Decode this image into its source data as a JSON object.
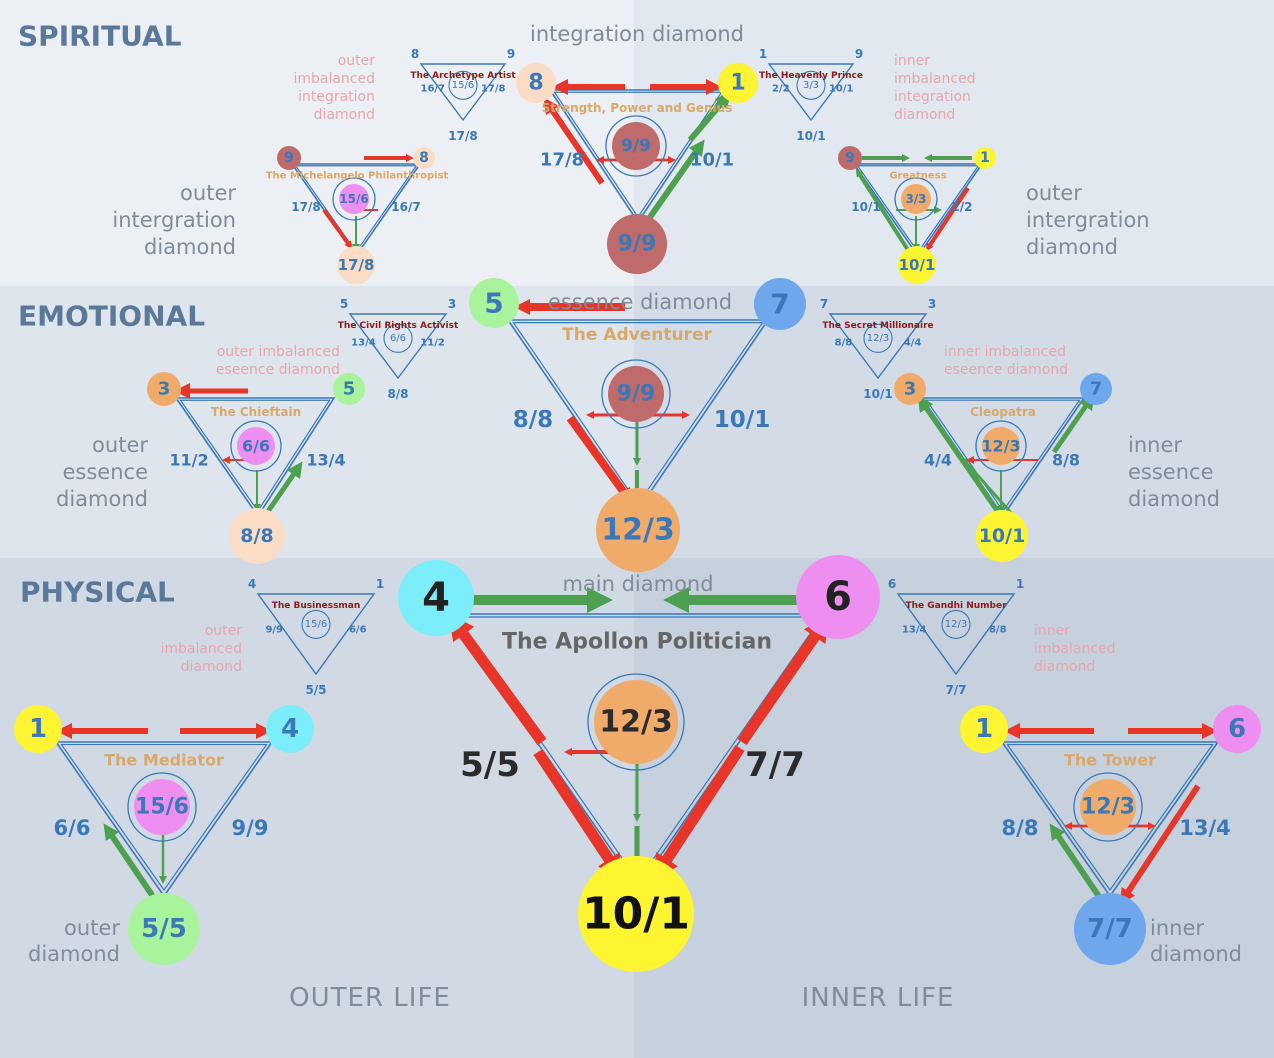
{
  "sections": {
    "spiritual": "SPIRITUAL",
    "emotional": "EMOTIONAL",
    "physical": "PHYSICAL"
  },
  "footer": {
    "outer": "OUTER LIFE",
    "inner": "INNER LIFE"
  },
  "colors": {
    "label_blue": "#3a78b8",
    "heading": "#5a7899",
    "soft_text": "#7f8c9a",
    "pink_text": "#e8a6aa",
    "title_gold": "#d9a86b",
    "dark_red_text": "#8b1a1a",
    "arrow_red": "#e8352a",
    "arrow_green": "#4da050",
    "circle_yellow": "#fdf432",
    "circle_cyan": "#7beefa",
    "circle_magenta": "#ee8ef1",
    "circle_green": "#a9f39c",
    "circle_orange": "#f0ab6b",
    "circle_peach": "#fbdcc4",
    "circle_blue": "#6ea7ec",
    "circle_darkred": "#bf6a6b"
  },
  "diamonds": {
    "integration": {
      "label": "integration diamond",
      "title": "Strength, Power and Genius",
      "left": "8",
      "right": "1",
      "bottom": "9/9",
      "center": "9/9",
      "left_edge": "17/8",
      "right_edge": "10/1"
    },
    "outer_integration": {
      "label_lines": [
        "outer",
        "intergration",
        "diamond"
      ],
      "title": "The Michelangelo Philanthropist",
      "left": "9",
      "right": "8",
      "bottom": "17/8",
      "center": "15/6",
      "left_edge": "17/8",
      "right_edge": "16/7"
    },
    "inner_integration": {
      "label_lines": [
        "outer",
        "intergration",
        "diamond"
      ],
      "title": "Greatness",
      "left": "9",
      "right": "1",
      "bottom": "10/1",
      "center": "3/3",
      "left_edge": "10/1",
      "right_edge": "2/2"
    },
    "outer_imbalanced_integration": {
      "label_lines": [
        "outer",
        "imbalanced",
        "integration",
        "diamond"
      ],
      "title": "The Archetype Artist",
      "left": "8",
      "right": "9",
      "bottom": "17/8",
      "center": "15/6",
      "left_edge": "16/7",
      "right_edge": "17/8"
    },
    "inner_imbalanced_integration": {
      "label_lines": [
        "inner",
        "imbalanced",
        "integration",
        "diamond"
      ],
      "title": "The Heavenly Prince",
      "left": "1",
      "right": "9",
      "bottom": "10/1",
      "center": "3/3",
      "left_edge": "2/2",
      "right_edge": "10/1"
    },
    "essence": {
      "label": "essence diamond",
      "title": "The Adventurer",
      "left": "5",
      "right": "7",
      "bottom": "12/3",
      "center": "9/9",
      "left_edge": "8/8",
      "right_edge": "10/1"
    },
    "outer_essence": {
      "label_lines": [
        "outer",
        "essence",
        "diamond"
      ],
      "title": "The Chieftain",
      "left": "3",
      "right": "5",
      "bottom": "8/8",
      "center": "6/6",
      "left_edge": "11/2",
      "right_edge": "13/4"
    },
    "inner_essence": {
      "label_lines": [
        "inner",
        "essence",
        "diamond"
      ],
      "title": "Cleopatra",
      "left": "3",
      "right": "7",
      "bottom": "10/1",
      "center": "12/3",
      "left_edge": "4/4",
      "right_edge": "8/8"
    },
    "outer_imbalanced_essence": {
      "label_lines": [
        "outer imbalanced",
        "eseence diamond"
      ],
      "title": "The Civil Rights Activist",
      "left": "5",
      "right": "3",
      "bottom": "8/8",
      "center": "6/6",
      "left_edge": "13/4",
      "right_edge": "11/2"
    },
    "inner_imbalanced_essence": {
      "label_lines": [
        "inner imbalanced",
        "eseence diamond"
      ],
      "title": "The Secret Millionaire",
      "left": "7",
      "right": "3",
      "bottom": "10/1",
      "center": "12/3",
      "left_edge": "8/8",
      "right_edge": "4/4"
    },
    "main": {
      "label": "main diamond",
      "title": "The Apollon Politician",
      "left": "4",
      "right": "6",
      "bottom": "10/1",
      "center": "12/3",
      "left_edge": "5/5",
      "right_edge": "7/7"
    },
    "outer": {
      "label_lines": [
        "outer",
        "diamond"
      ],
      "title": "The Mediator",
      "left": "1",
      "right": "4",
      "bottom": "5/5",
      "center": "15/6",
      "left_edge": "6/6",
      "right_edge": "9/9"
    },
    "inner": {
      "label_lines": [
        "inner",
        "diamond"
      ],
      "title": "The Tower",
      "left": "1",
      "right": "6",
      "bottom": "7/7",
      "center": "12/3",
      "left_edge": "8/8",
      "right_edge": "13/4"
    },
    "outer_imbalanced": {
      "label_lines": [
        "outer",
        "imbalanced",
        "diamond"
      ],
      "title": "The Businessman",
      "left": "4",
      "right": "1",
      "bottom": "5/5",
      "center": "15/6",
      "left_edge": "9/9",
      "right_edge": "6/6"
    },
    "inner_imbalanced": {
      "label_lines": [
        "inner",
        "imbalanced",
        "diamond"
      ],
      "title": "The Gandhi Number",
      "left": "6",
      "right": "1",
      "bottom": "7/7",
      "center": "12/3",
      "left_edge": "13/4",
      "right_edge": "8/8"
    }
  }
}
